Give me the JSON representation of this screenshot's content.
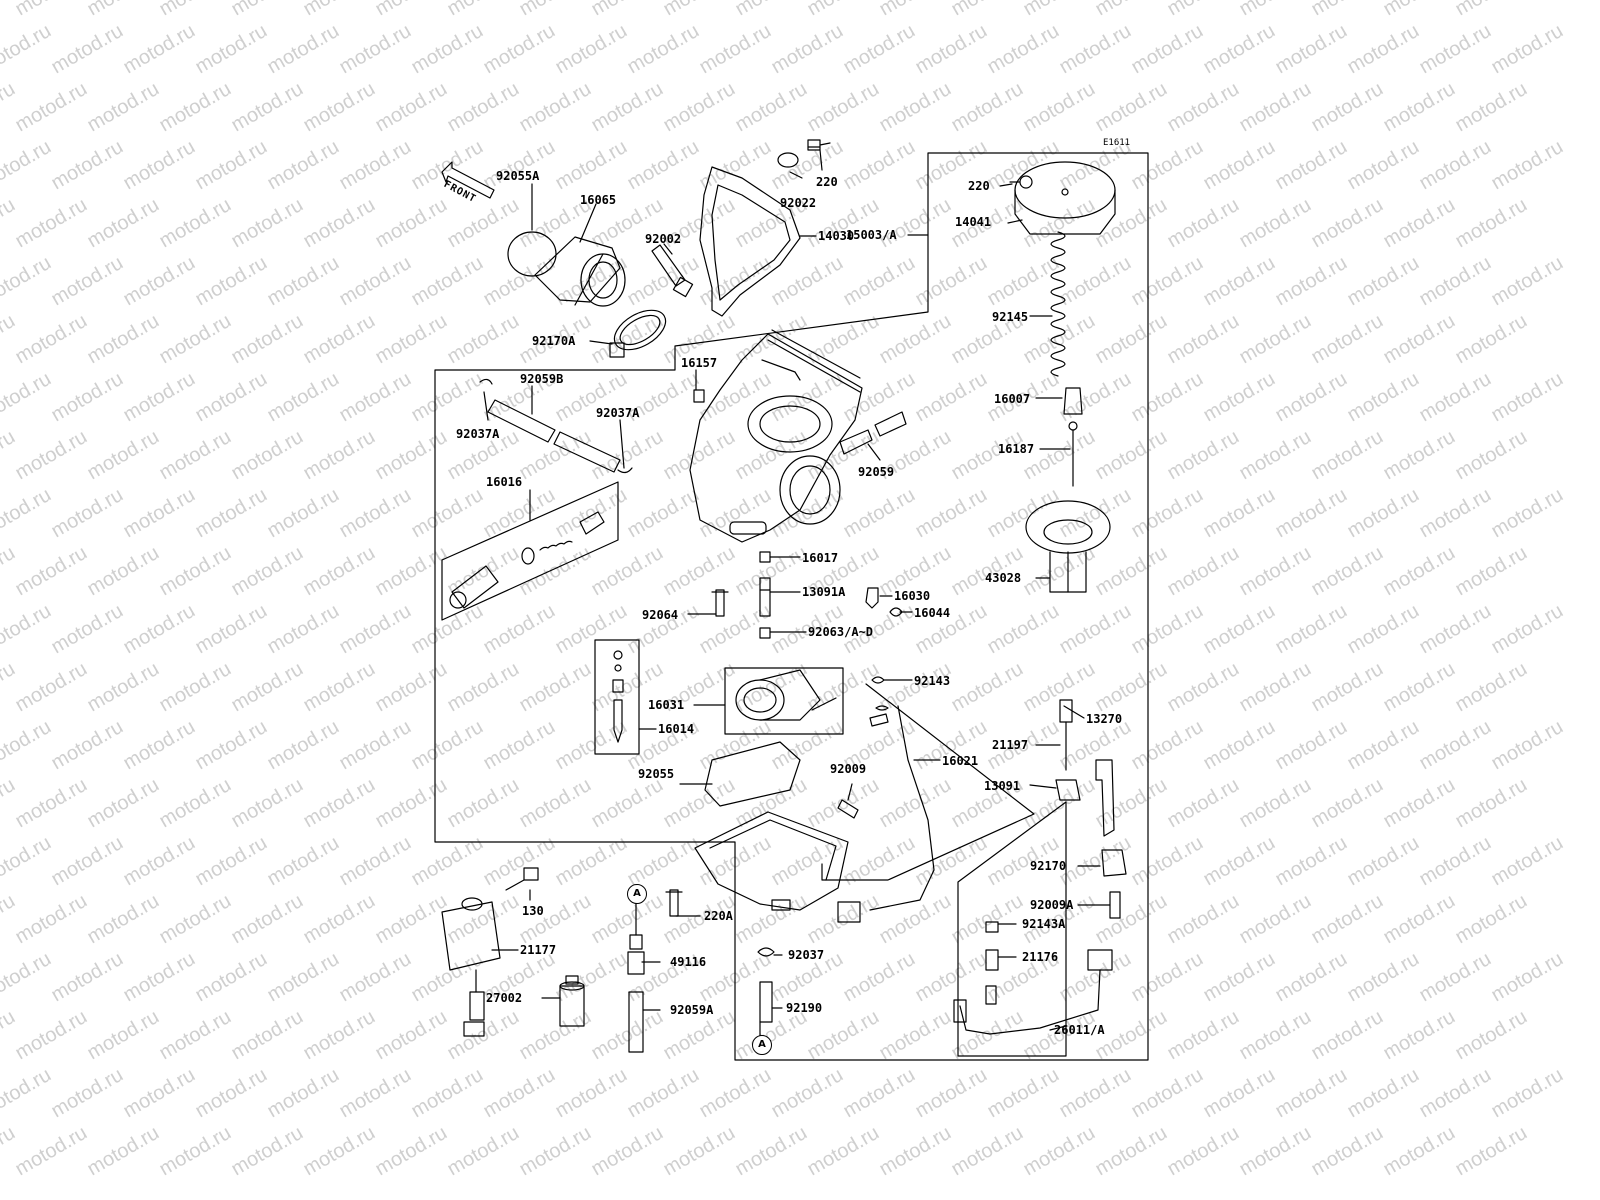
{
  "watermark": "motod.ru",
  "diagram": {
    "ref_code": "E1611",
    "front_label": "FRONT",
    "circle_a": "A",
    "parts": {
      "p92055A": "92055A",
      "p16065": "16065",
      "p92002": "92002",
      "p92022": "92022",
      "p220_top": "220",
      "p14030": "14030",
      "p92170A": "92170A",
      "p220_cap": "220",
      "p14041": "14041",
      "p15003A": "15003/A",
      "p92145": "92145",
      "p16007": "16007",
      "p16187": "16187",
      "p43028": "43028",
      "p16157": "16157",
      "p92059B": "92059B",
      "p92037A_1": "92037A",
      "p92037A_2": "92037A",
      "p92059": "92059",
      "p16016": "16016",
      "p16017": "16017",
      "p13091A": "13091A",
      "p16030": "16030",
      "p92064": "92064",
      "p16044": "16044",
      "p92063": "92063/A~D",
      "p92143": "92143",
      "p16031": "16031",
      "p16014": "16014",
      "p13270": "13270",
      "p21197": "21197",
      "p16021": "16021",
      "p92055": "92055",
      "p92009": "92009",
      "p13091": "13091",
      "p92170": "92170",
      "p130": "130",
      "p220A": "220A",
      "p92009A": "92009A",
      "p92143A": "92143A",
      "p21177": "21177",
      "p49116": "49116",
      "p92037": "92037",
      "p21176": "21176",
      "p27002": "27002",
      "p92059A": "92059A",
      "p92190": "92190",
      "p26011A": "26011/A"
    }
  }
}
